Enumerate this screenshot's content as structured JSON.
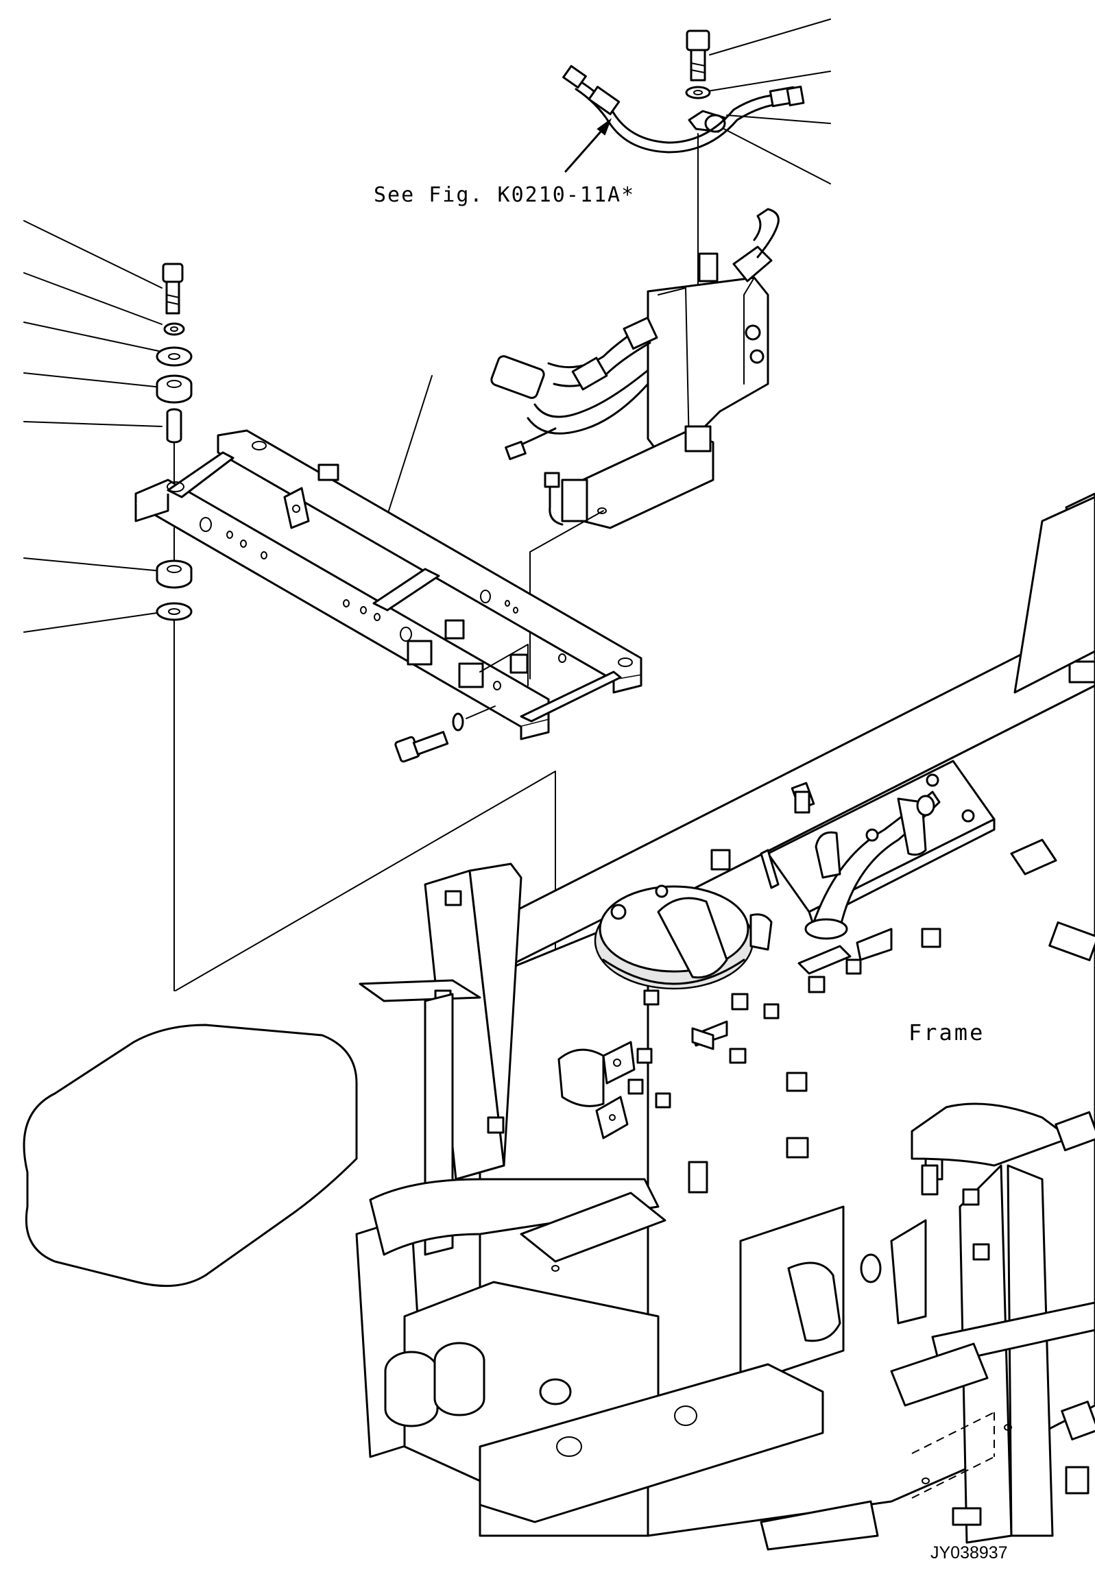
{
  "labels": {
    "see_reference": "See Fig. K0210-11A*",
    "frame": "Frame",
    "drawing_code": "JY038937"
  }
}
